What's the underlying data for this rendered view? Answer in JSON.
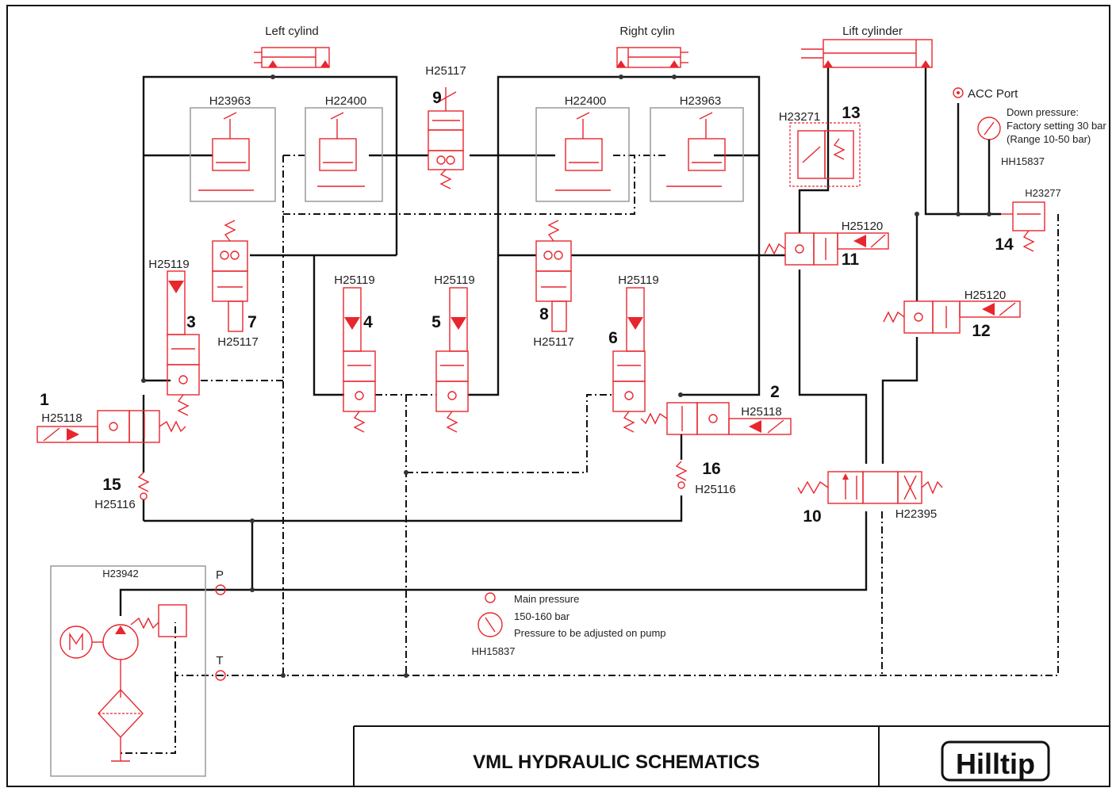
{
  "title_block": {
    "title": "VML HYDRAULIC SCHEMATICS",
    "logo": "Hilltip"
  },
  "cylinders": {
    "left": "Left cylind",
    "right": "Right cylin",
    "lift": "Lift cylinder"
  },
  "ports": {
    "acc": "ACC Port",
    "p": "P",
    "t": "T"
  },
  "notes": {
    "down_pressure": [
      "Down pressure:",
      "Factory setting 30 bar",
      "(Range 10-50 bar)"
    ],
    "main_pressure": [
      "Main pressure",
      "150-160 bar",
      "Pressure to be adjusted on pump"
    ]
  },
  "components": {
    "n1": "1",
    "n2": "2",
    "n3": "3",
    "n4": "4",
    "n5": "5",
    "n6": "6",
    "n7": "7",
    "n8": "8",
    "n9": "9",
    "n10": "10",
    "n11": "11",
    "n12": "12",
    "n13": "13",
    "n14": "14",
    "n15": "15",
    "n16": "16"
  },
  "parts": {
    "h23963_left": "H23963",
    "h22400_left": "H22400",
    "h25117_9": "H25117",
    "h22400_right": "H22400",
    "h23963_right": "H23963",
    "h23271": "H23271",
    "hh15837_top": "HH15837",
    "h23277": "H23277",
    "h25120_11": "H25120",
    "h25120_12": "H25120",
    "h25119_3": "H25119",
    "h25117_7": "H25117",
    "h25119_4": "H25119",
    "h25119_5": "H25119",
    "h25117_8": "H25117",
    "h25119_6": "H25119",
    "h25118_1": "H25118",
    "h25118_2": "H25118",
    "h25116_15": "H25116",
    "h25116_16": "H25116",
    "h22395": "H22395",
    "h23942": "H23942",
    "hh15837_main": "HH15837"
  }
}
